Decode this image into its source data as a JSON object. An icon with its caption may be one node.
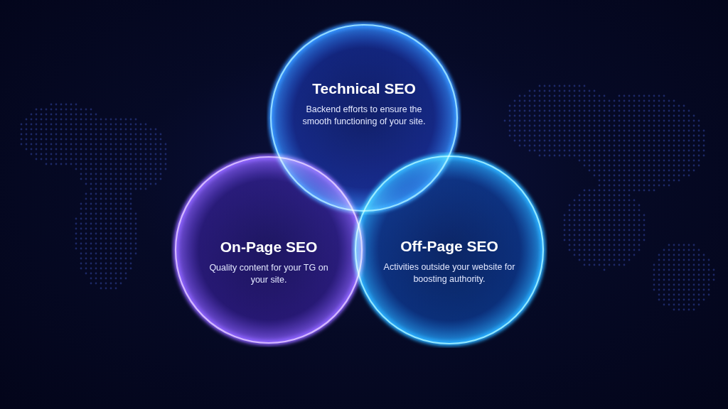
{
  "diagram": {
    "nodes": [
      {
        "text": [
          "Technical SEO",
          "Backend efforts to ensure the smooth functioning of your site."
        ]
      },
      {
        "text": [
          "On-Page SEO",
          "Quality content for your TG on your site."
        ]
      },
      {
        "text": [
          "Off-Page SEO",
          "Activities outside your website for boosting authority."
        ]
      }
    ]
  }
}
